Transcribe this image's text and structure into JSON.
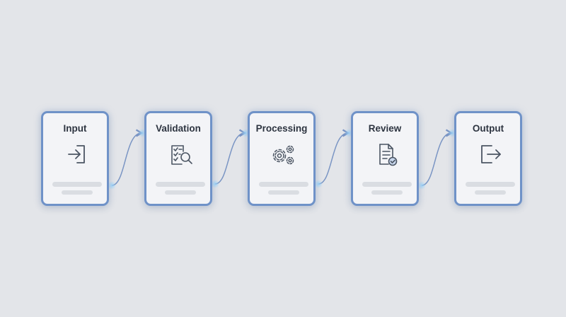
{
  "flow": {
    "steps": [
      {
        "label": "Input",
        "icon": "login-arrow-icon"
      },
      {
        "label": "Validation",
        "icon": "checklist-search-icon"
      },
      {
        "label": "Processing",
        "icon": "gears-icon"
      },
      {
        "label": "Review",
        "icon": "document-check-icon"
      },
      {
        "label": "Output",
        "icon": "logout-arrow-icon"
      }
    ]
  },
  "colors": {
    "background": "#e3e5e9",
    "card_border": "#6f92c8",
    "connector": "#7a95c4",
    "icon_stroke": "#4b5563",
    "title_text": "#2d3440"
  }
}
